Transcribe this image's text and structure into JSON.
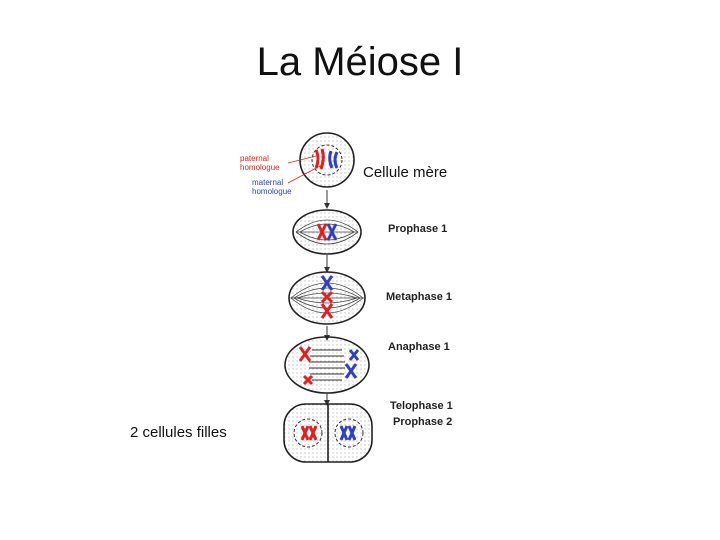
{
  "title": "La Méiose I",
  "labels": {
    "mother_cell": "Cellule mère",
    "daughter_cells": "2 cellules filles",
    "paternal": [
      "paternal",
      "homologue"
    ],
    "maternal": [
      "maternal",
      "homologue"
    ]
  },
  "stages": [
    {
      "label": "Prophase 1"
    },
    {
      "label": "Metaphase 1"
    },
    {
      "label": "Anaphase 1"
    },
    {
      "label": "Telophase 1",
      "label2": "Prophase 2"
    }
  ],
  "colors": {
    "paternal": "#e02020",
    "maternal": "#3040c0",
    "outline": "#222222"
  }
}
